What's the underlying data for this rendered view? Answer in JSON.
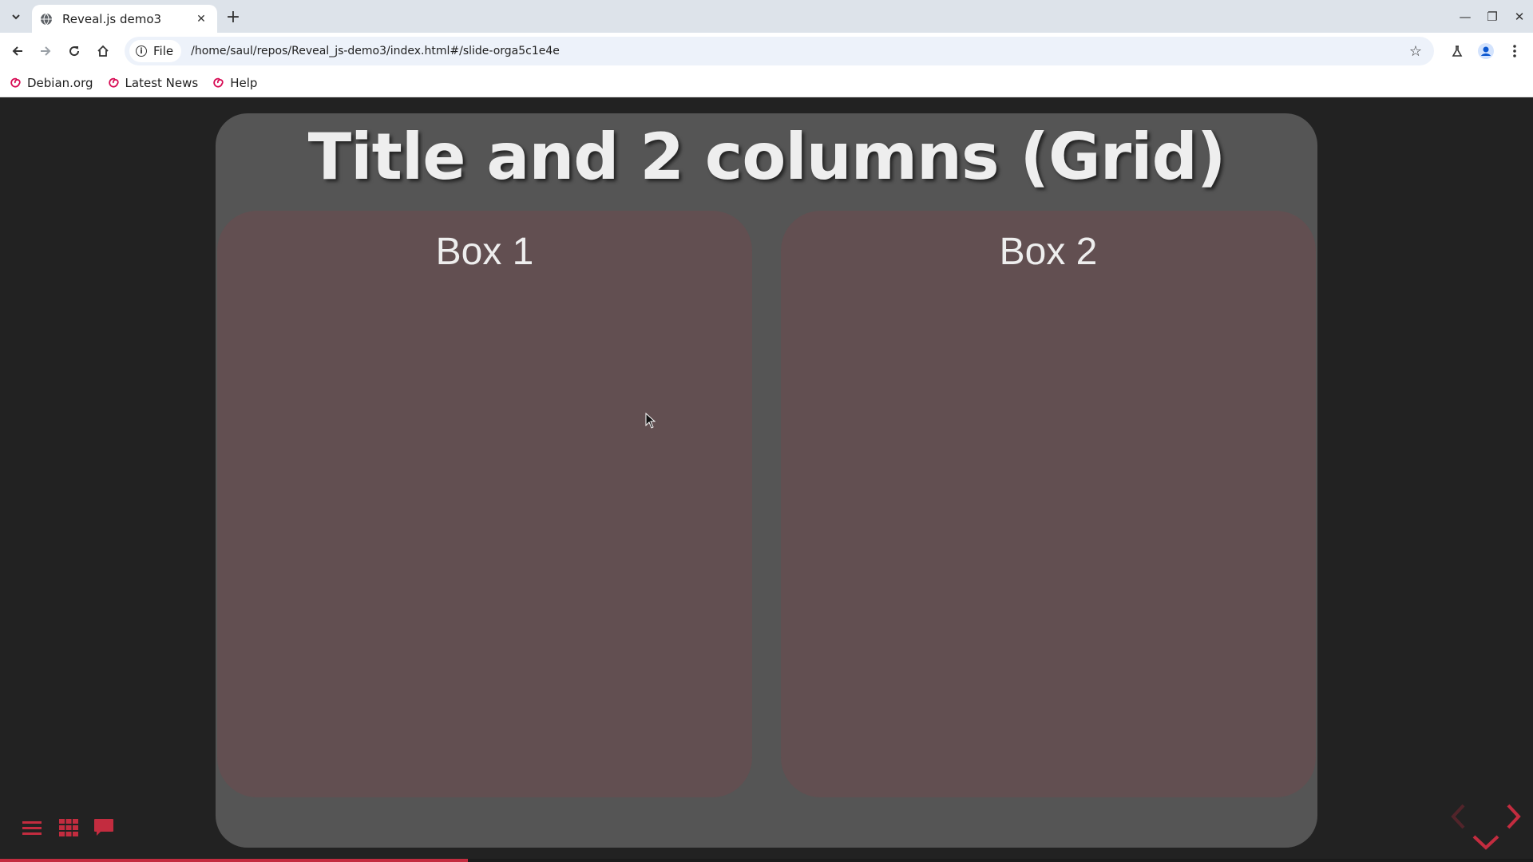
{
  "browser": {
    "tab_title": "Reveal.js demo3",
    "chip_label": "File",
    "url": "/home/saul/repos/Reveal_js-demo3/index.html#/slide-orga5c1e4e",
    "icons": {
      "tab_search": "chevron-down-icon",
      "favicon": "globe-icon",
      "close": "close-icon",
      "new_tab": "plus-icon",
      "back": "arrow-left-icon",
      "forward": "arrow-right-icon",
      "reload": "reload-icon",
      "home": "home-icon",
      "bookmark": "star-icon",
      "labs": "flask-icon",
      "profile": "profile-icon",
      "menu": "kebab-menu-icon"
    }
  },
  "bookmarks": [
    {
      "label": "Debian.org"
    },
    {
      "label": "Latest News"
    },
    {
      "label": "Help"
    }
  ],
  "slide": {
    "title": "Title and 2 columns (Grid)",
    "boxes": [
      {
        "label": "Box 1"
      },
      {
        "label": "Box 2"
      }
    ]
  },
  "reveal": {
    "progress": 0.305,
    "accent": "#c32c3f",
    "controls": [
      "menu-icon",
      "grid-icon",
      "speech-bubble-icon"
    ],
    "nav_arrows": {
      "prev_enabled": false,
      "next_enabled": true,
      "down_enabled": true
    }
  },
  "colors": {
    "background": "#222222",
    "slide": "#555555",
    "box": "#624f51",
    "text": "#eeeeee"
  }
}
